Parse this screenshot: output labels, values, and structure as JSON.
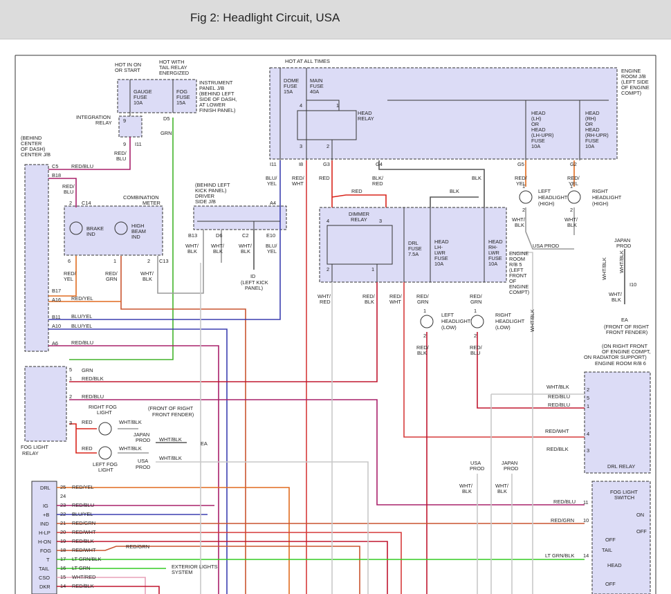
{
  "title": "Fig 2: Headlight Circuit, USA",
  "colors": {
    "red": "#d8231a",
    "redblk": "#c0162f",
    "redblu": "#a8206a",
    "redyel": "#e06a1e",
    "redgrn": "#c9542f",
    "redwht": "#d63a3a",
    "blu": "#3b3fb0",
    "grn": "#42b42a",
    "ltgrn": "#33cc22",
    "gray": "#9a9a9a",
    "blk": "#555555",
    "wht": "#c8c8c8",
    "pink": "#e8a0b8"
  },
  "labels": [
    {
      "id": "t1",
      "t": "HOT IN ON"
    },
    {
      "id": "t2",
      "t": "OR START"
    },
    {
      "id": "t3",
      "t": "HOT WITH"
    },
    {
      "id": "t4",
      "t": "TAIL RELAY"
    },
    {
      "id": "t5",
      "t": "ENERGIZED"
    },
    {
      "id": "t6",
      "t": "INSTRUMENT"
    },
    {
      "id": "t7",
      "t": "PANEL J/B"
    },
    {
      "id": "t8",
      "t": "(BEHIND LEFT"
    },
    {
      "id": "t9",
      "t": "SIDE OF DASH,"
    },
    {
      "id": "t10",
      "t": "AT LOWER"
    },
    {
      "id": "t11",
      "t": "FINISH PANEL)"
    },
    {
      "id": "t12",
      "t": "GAUGE"
    },
    {
      "id": "t13",
      "t": "FUSE"
    },
    {
      "id": "t14",
      "t": "10A"
    },
    {
      "id": "t15",
      "t": "FOG"
    },
    {
      "id": "t16",
      "t": "FUSE"
    },
    {
      "id": "t17",
      "t": "15A"
    },
    {
      "id": "t18",
      "t": "INTEGRATION"
    },
    {
      "id": "t19",
      "t": "RELAY"
    },
    {
      "id": "t20",
      "t": "D5"
    },
    {
      "id": "t21",
      "t": "GRN"
    },
    {
      "id": "t22",
      "t": "RED/"
    },
    {
      "id": "t23",
      "t": "BLU"
    },
    {
      "id": "t24",
      "t": "I11"
    },
    {
      "id": "t25",
      "t": "(BEHIND"
    },
    {
      "id": "t26",
      "t": "CENTER"
    },
    {
      "id": "t27",
      "t": "OF DASH)"
    },
    {
      "id": "t28",
      "t": "CENTER J/B"
    },
    {
      "id": "t29",
      "t": "C5"
    },
    {
      "id": "t30",
      "t": "RED/BLU"
    },
    {
      "id": "t31",
      "t": "B18"
    },
    {
      "id": "t32",
      "t": "RED/"
    },
    {
      "id": "t33",
      "t": "BLU"
    },
    {
      "id": "t34",
      "t": "C14"
    },
    {
      "id": "t35",
      "t": "COMBINATION"
    },
    {
      "id": "t36",
      "t": "METER"
    },
    {
      "id": "t37",
      "t": "BRAKE"
    },
    {
      "id": "t38",
      "t": "IND"
    },
    {
      "id": "t39",
      "t": "HIGH"
    },
    {
      "id": "t40",
      "t": "BEAM"
    },
    {
      "id": "t41",
      "t": "IND"
    },
    {
      "id": "t42",
      "t": "C13"
    },
    {
      "id": "t43",
      "t": "RED/"
    },
    {
      "id": "t44",
      "t": "YEL"
    },
    {
      "id": "t45",
      "t": "RED/"
    },
    {
      "id": "t46",
      "t": "GRN"
    },
    {
      "id": "t47",
      "t": "WHT/"
    },
    {
      "id": "t48",
      "t": "BLK"
    },
    {
      "id": "t49",
      "t": "B17"
    },
    {
      "id": "t50",
      "t": "A16"
    },
    {
      "id": "t51",
      "t": "RED/YEL"
    },
    {
      "id": "t52",
      "t": "B11"
    },
    {
      "id": "t53",
      "t": "BLU/YEL"
    },
    {
      "id": "t54",
      "t": "A10"
    },
    {
      "id": "t55",
      "t": "BLU/YEL"
    },
    {
      "id": "t56",
      "t": "A6"
    },
    {
      "id": "t57",
      "t": "RED/BLU"
    },
    {
      "id": "t58",
      "t": "(BEHIND LEFT"
    },
    {
      "id": "t59",
      "t": "KICK PANEL)"
    },
    {
      "id": "t60",
      "t": "DRIVER"
    },
    {
      "id": "t61",
      "t": "SIDE J/B"
    },
    {
      "id": "t62",
      "t": "A4"
    },
    {
      "id": "t63",
      "t": "B13"
    },
    {
      "id": "t64",
      "t": "D6"
    },
    {
      "id": "t65",
      "t": "C2"
    },
    {
      "id": "t66",
      "t": "E10"
    },
    {
      "id": "t67",
      "t": "WHT/"
    },
    {
      "id": "t68",
      "t": "BLK"
    },
    {
      "id": "t69",
      "t": "WHT/"
    },
    {
      "id": "t70",
      "t": "BLK"
    },
    {
      "id": "t71",
      "t": "WHT/"
    },
    {
      "id": "t72",
      "t": "BLK"
    },
    {
      "id": "t73",
      "t": "BLU/"
    },
    {
      "id": "t74",
      "t": "YEL"
    },
    {
      "id": "t75",
      "t": "ID"
    },
    {
      "id": "t76",
      "t": "(LEFT KICK"
    },
    {
      "id": "t77",
      "t": "PANEL)"
    },
    {
      "id": "t78",
      "t": "HOT AT ALL TIMES"
    },
    {
      "id": "t79",
      "t": "DOME"
    },
    {
      "id": "t80",
      "t": "FUSE"
    },
    {
      "id": "t81",
      "t": "15A"
    },
    {
      "id": "t82",
      "t": "MAIN"
    },
    {
      "id": "t83",
      "t": "FUSE"
    },
    {
      "id": "t84",
      "t": "40A"
    },
    {
      "id": "t85",
      "t": "HEAD"
    },
    {
      "id": "t86",
      "t": "RELAY"
    },
    {
      "id": "t87",
      "t": "ENGINE"
    },
    {
      "id": "t88",
      "t": "ROOM J/B"
    },
    {
      "id": "t89",
      "t": "(LEFT SIDE"
    },
    {
      "id": "t90",
      "t": "OF ENGINE"
    },
    {
      "id": "t91",
      "t": "COMPT)"
    },
    {
      "id": "t92",
      "t": "HEAD"
    },
    {
      "id": "t93",
      "t": "(LH)"
    },
    {
      "id": "t94",
      "t": "OR"
    },
    {
      "id": "t95",
      "t": "HEAD"
    },
    {
      "id": "t96",
      "t": "(LH-UPR)"
    },
    {
      "id": "t97",
      "t": "FUSE"
    },
    {
      "id": "t98",
      "t": "10A"
    },
    {
      "id": "t99",
      "t": "HEAD"
    },
    {
      "id": "t100",
      "t": "(RH)"
    },
    {
      "id": "t101",
      "t": "OR"
    },
    {
      "id": "t102",
      "t": "HEAD"
    },
    {
      "id": "t103",
      "t": "(RH-UPR)"
    },
    {
      "id": "t104",
      "t": "FUSE"
    },
    {
      "id": "t105",
      "t": "10A"
    },
    {
      "id": "t106",
      "t": "I11"
    },
    {
      "id": "t107",
      "t": "I8"
    },
    {
      "id": "t108",
      "t": "G3"
    },
    {
      "id": "t109",
      "t": "G4"
    },
    {
      "id": "t110",
      "t": "G5"
    },
    {
      "id": "t111",
      "t": "G2"
    },
    {
      "id": "t112",
      "t": "BLU/"
    },
    {
      "id": "t113",
      "t": "YEL"
    },
    {
      "id": "t114",
      "t": "RED/"
    },
    {
      "id": "t115",
      "t": "WHT"
    },
    {
      "id": "t116",
      "t": "RED"
    },
    {
      "id": "t117",
      "t": "BLK/"
    },
    {
      "id": "t118",
      "t": "RED"
    },
    {
      "id": "t119",
      "t": "BLK"
    },
    {
      "id": "t120",
      "t": "RED/"
    },
    {
      "id": "t121",
      "t": "YEL"
    },
    {
      "id": "t122",
      "t": "RED/"
    },
    {
      "id": "t123",
      "t": "YEL"
    },
    {
      "id": "t124",
      "t": "LEFT"
    },
    {
      "id": "t125",
      "t": "HEADLIGHT"
    },
    {
      "id": "t126",
      "t": "(HIGH)"
    },
    {
      "id": "t127",
      "t": "RIGHT"
    },
    {
      "id": "t128",
      "t": "HEADLIGHT"
    },
    {
      "id": "t129",
      "t": "(HIGH)"
    },
    {
      "id": "t130",
      "t": "RED"
    },
    {
      "id": "t131",
      "t": "BLK"
    },
    {
      "id": "t132",
      "t": "DIMMER"
    },
    {
      "id": "t133",
      "t": "RELAY"
    },
    {
      "id": "t134",
      "t": "DRL"
    },
    {
      "id": "t135",
      "t": "FUSE"
    },
    {
      "id": "t136",
      "t": "7.5A"
    },
    {
      "id": "t137",
      "t": "HEAD"
    },
    {
      "id": "t138",
      "t": "LH-"
    },
    {
      "id": "t139",
      "t": "LWR"
    },
    {
      "id": "t140",
      "t": "FUSE"
    },
    {
      "id": "t141",
      "t": "10A"
    },
    {
      "id": "t142",
      "t": "HEAD"
    },
    {
      "id": "t143",
      "t": "RH-"
    },
    {
      "id": "t144",
      "t": "LWR"
    },
    {
      "id": "t145",
      "t": "FUSE"
    },
    {
      "id": "t146",
      "t": "10A"
    },
    {
      "id": "t147",
      "t": "ENGINE"
    },
    {
      "id": "t148",
      "t": "ROOM"
    },
    {
      "id": "t149",
      "t": "R/B 5"
    },
    {
      "id": "t150",
      "t": "(LEFT"
    },
    {
      "id": "t151",
      "t": "FRONT"
    },
    {
      "id": "t152",
      "t": "OF"
    },
    {
      "id": "t153",
      "t": "ENGINE"
    },
    {
      "id": "t154",
      "t": "COMPT)"
    },
    {
      "id": "t155",
      "t": "WHT/"
    },
    {
      "id": "t156",
      "t": "BLK"
    },
    {
      "id": "t157",
      "t": "WHT/"
    },
    {
      "id": "t158",
      "t": "BLK"
    },
    {
      "id": "t159",
      "t": "USA PROD"
    },
    {
      "id": "t160",
      "t": "JAPAN"
    },
    {
      "id": "t161",
      "t": "PROD"
    },
    {
      "id": "t162",
      "t": "WHT/BLK"
    },
    {
      "id": "t163",
      "t": "WHT/BLK"
    },
    {
      "id": "t164",
      "t": "I10"
    },
    {
      "id": "t165",
      "t": "WHT/"
    },
    {
      "id": "t166",
      "t": "BLK"
    },
    {
      "id": "t167",
      "t": "EA"
    },
    {
      "id": "t168",
      "t": "(FRONT OF RIGHT"
    },
    {
      "id": "t169",
      "t": "FRONT FENDER)"
    },
    {
      "id": "t170",
      "t": "WHT/"
    },
    {
      "id": "t171",
      "t": "RED"
    },
    {
      "id": "t172",
      "t": "RED/"
    },
    {
      "id": "t173",
      "t": "BLK"
    },
    {
      "id": "t174",
      "t": "RED/"
    },
    {
      "id": "t175",
      "t": "WHT"
    },
    {
      "id": "t176",
      "t": "RED/"
    },
    {
      "id": "t177",
      "t": "GRN"
    },
    {
      "id": "t178",
      "t": "RED/"
    },
    {
      "id": "t179",
      "t": "GRN"
    },
    {
      "id": "t180",
      "t": "LEFT"
    },
    {
      "id": "t181",
      "t": "HEADLIGHT"
    },
    {
      "id": "t182",
      "t": "(LOW)"
    },
    {
      "id": "t183",
      "t": "RIGHT"
    },
    {
      "id": "t184",
      "t": "HEADLIGHT"
    },
    {
      "id": "t185",
      "t": "(LOW)"
    },
    {
      "id": "t186",
      "t": "RED/"
    },
    {
      "id": "t187",
      "t": "BLK"
    },
    {
      "id": "t188",
      "t": "RED/"
    },
    {
      "id": "t189",
      "t": "BLU"
    },
    {
      "id": "t190",
      "t": "WHT/BLK"
    },
    {
      "id": "t191",
      "t": "(ON RIGHT FRONT"
    },
    {
      "id": "t192",
      "t": "OF ENGINE COMPT,"
    },
    {
      "id": "t193",
      "t": "ON RADIATOR SUPPORT)"
    },
    {
      "id": "t194",
      "t": "ENGINE ROOM R/B 6"
    },
    {
      "id": "t195",
      "t": "WHT/BLK"
    },
    {
      "id": "t196",
      "t": "RED/BLU"
    },
    {
      "id": "t197",
      "t": "RED/BLU"
    },
    {
      "id": "t198",
      "t": "RED/WHT"
    },
    {
      "id": "t199",
      "t": "RED/BLK"
    },
    {
      "id": "t200",
      "t": "DRL RELAY"
    },
    {
      "id": "t201",
      "t": "GRN"
    },
    {
      "id": "t202",
      "t": "RED/BLK"
    },
    {
      "id": "t203",
      "t": "RED/BLU"
    },
    {
      "id": "t204",
      "t": "RIGHT FOG"
    },
    {
      "id": "t205",
      "t": "LIGHT"
    },
    {
      "id": "t206",
      "t": "RED"
    },
    {
      "id": "t207",
      "t": "WHT/BLK"
    },
    {
      "id": "t208",
      "t": "(FRONT OF RIGHT"
    },
    {
      "id": "t209",
      "t": "FRONT FENDER)"
    },
    {
      "id": "t210",
      "t": "JAPAN"
    },
    {
      "id": "t211",
      "t": "PROD"
    },
    {
      "id": "t212",
      "t": "WHT/BLK"
    },
    {
      "id": "t213",
      "t": "EA"
    },
    {
      "id": "t214",
      "t": "RED"
    },
    {
      "id": "t215",
      "t": "WHT/BLK"
    },
    {
      "id": "t216",
      "t": "LEFT FOG"
    },
    {
      "id": "t217",
      "t": "LIGHT"
    },
    {
      "id": "t218",
      "t": "USA"
    },
    {
      "id": "t219",
      "t": "PROD"
    },
    {
      "id": "t220",
      "t": "WHT/BLK"
    },
    {
      "id": "t221",
      "t": "FOG LIGHT"
    },
    {
      "id": "t222",
      "t": "RELAY"
    },
    {
      "id": "t223",
      "t": "USA"
    },
    {
      "id": "t224",
      "t": "PROD"
    },
    {
      "id": "t225",
      "t": "JAPAN"
    },
    {
      "id": "t226",
      "t": "PROD"
    },
    {
      "id": "t227",
      "t": "WHT/"
    },
    {
      "id": "t228",
      "t": "BLK"
    },
    {
      "id": "t229",
      "t": "WHT/"
    },
    {
      "id": "t230",
      "t": "BLK"
    },
    {
      "id": "t231",
      "t": "FOG LIGHT"
    },
    {
      "id": "t232",
      "t": "SWITCH"
    },
    {
      "id": "t233",
      "t": "ON"
    },
    {
      "id": "t234",
      "t": "OFF"
    },
    {
      "id": "t235",
      "t": "OFF"
    },
    {
      "id": "t236",
      "t": "TAIL"
    },
    {
      "id": "t237",
      "t": "HEAD"
    },
    {
      "id": "t238",
      "t": "OFF"
    },
    {
      "id": "t239",
      "t": "RED/BLU"
    },
    {
      "id": "t240",
      "t": "RED/GRN"
    },
    {
      "id": "t241",
      "t": "LT GRN/BLK"
    },
    {
      "id": "t242",
      "t": "RED/GRN"
    },
    {
      "id": "t243",
      "t": "EXTERIOR LIGHTS"
    },
    {
      "id": "t244",
      "t": "SYSTEM"
    }
  ],
  "pins": [
    {
      "id": "p1",
      "t": "9"
    },
    {
      "id": "p2",
      "t": "9"
    },
    {
      "id": "p3",
      "t": "2"
    },
    {
      "id": "p4",
      "t": "6"
    },
    {
      "id": "p5",
      "t": "1"
    },
    {
      "id": "p6",
      "t": "2"
    },
    {
      "id": "p7",
      "t": "4"
    },
    {
      "id": "p8",
      "t": "1"
    },
    {
      "id": "p9",
      "t": "3"
    },
    {
      "id": "p10",
      "t": "2"
    },
    {
      "id": "p11",
      "t": "1"
    },
    {
      "id": "p12",
      "t": "2"
    },
    {
      "id": "p13",
      "t": "1"
    },
    {
      "id": "p14",
      "t": "2"
    },
    {
      "id": "p15",
      "t": "4"
    },
    {
      "id": "p16",
      "t": "3"
    },
    {
      "id": "p17",
      "t": "2"
    },
    {
      "id": "p18",
      "t": "1"
    },
    {
      "id": "p19",
      "t": "1"
    },
    {
      "id": "p20",
      "t": "2"
    },
    {
      "id": "p21",
      "t": "1"
    },
    {
      "id": "p22",
      "t": "2"
    },
    {
      "id": "p23",
      "t": "2"
    },
    {
      "id": "p24",
      "t": "5"
    },
    {
      "id": "p25",
      "t": "1"
    },
    {
      "id": "p26",
      "t": "4"
    },
    {
      "id": "p27",
      "t": "3"
    },
    {
      "id": "p28",
      "t": "5"
    },
    {
      "id": "p29",
      "t": "1"
    },
    {
      "id": "p30",
      "t": "2"
    },
    {
      "id": "p31",
      "t": "3"
    },
    {
      "id": "p32",
      "t": "11"
    },
    {
      "id": "p33",
      "t": "10"
    },
    {
      "id": "p34",
      "t": "14"
    }
  ],
  "connector": {
    "pins": [
      {
        "pin": "25",
        "wire": "RED/YEL"
      },
      {
        "pin": "24",
        "wire": ""
      },
      {
        "pin": "23",
        "wire": "RED/BLU"
      },
      {
        "pin": "22",
        "wire": "BLU/YEL"
      },
      {
        "pin": "21",
        "wire": "RED/GRN"
      },
      {
        "pin": "20",
        "wire": "RED/WHT"
      },
      {
        "pin": "19",
        "wire": "RED/BLK"
      },
      {
        "pin": "18",
        "wire": "RED/WHT"
      },
      {
        "pin": "17",
        "wire": "LT GRN/BLK"
      },
      {
        "pin": "16",
        "wire": "LT GRN"
      },
      {
        "pin": "15",
        "wire": "WHT/RED"
      },
      {
        "pin": "14",
        "wire": "RED/BLK"
      }
    ],
    "functions": [
      "DRL",
      "IG",
      "+B",
      "IND",
      "H-LP",
      "H-ON",
      "FOG",
      "T",
      "TAIL",
      "CSO",
      "DKR"
    ]
  }
}
